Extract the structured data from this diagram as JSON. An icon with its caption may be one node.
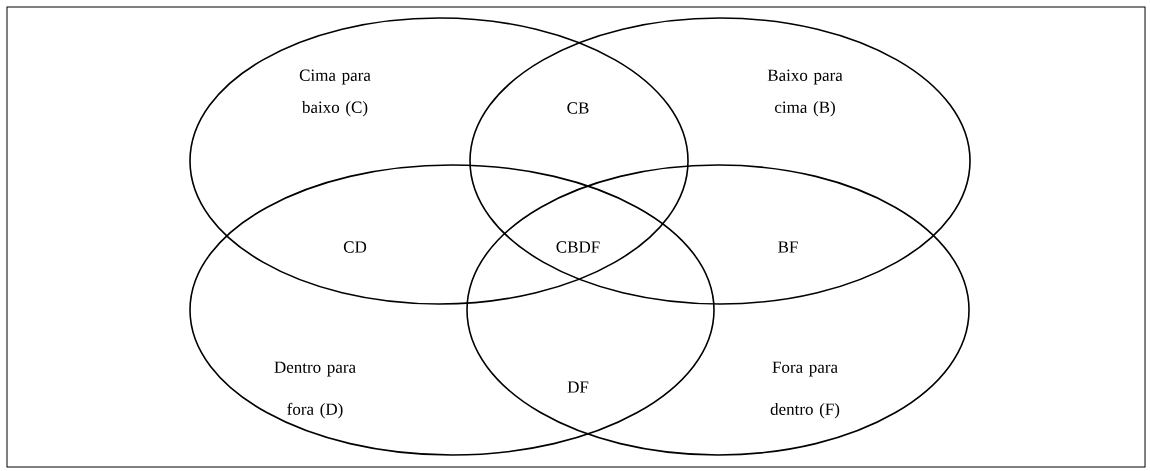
{
  "diagram": {
    "nodes": [
      {
        "text": [
          "Cima para baixo (C)"
        ]
      },
      {
        "text": [
          "Baixo para cima (B)"
        ]
      },
      {
        "text": [
          "Dentro para fora (D)"
        ]
      },
      {
        "text": [
          "Fora para dentro (F)"
        ]
      }
    ],
    "labels": [
      "CB",
      "CD",
      "CBDF",
      "BF",
      "DF"
    ]
  }
}
